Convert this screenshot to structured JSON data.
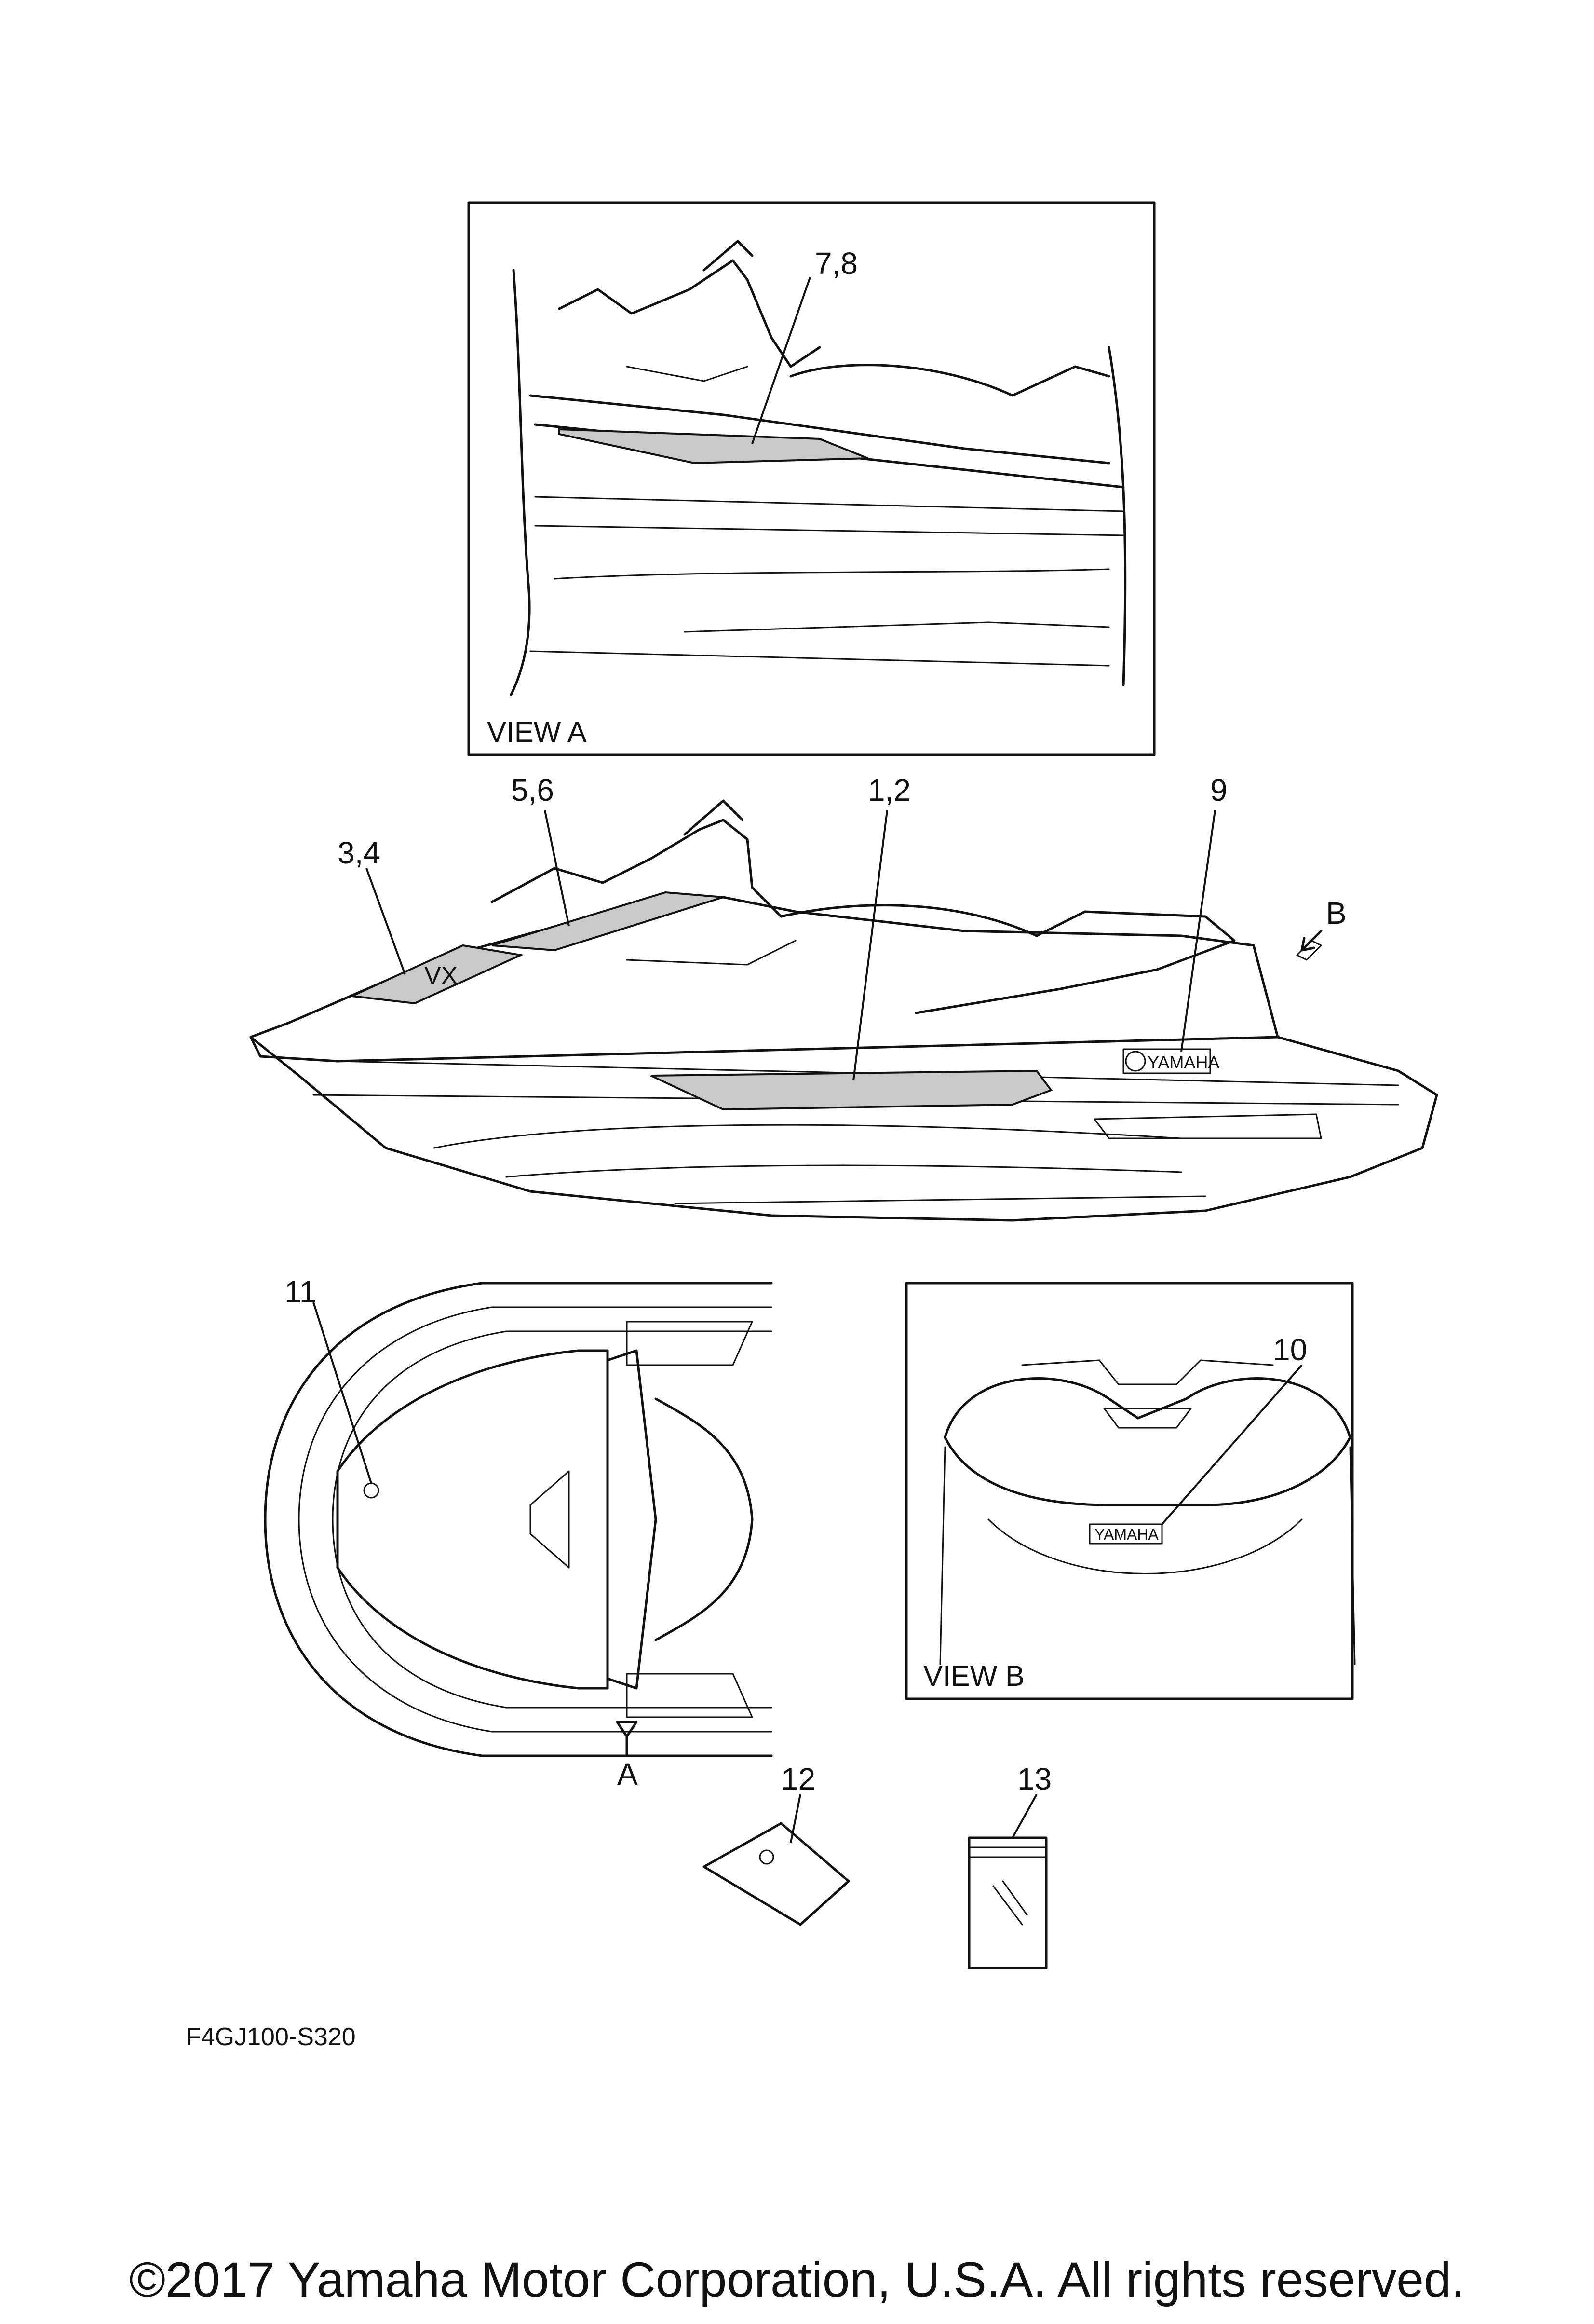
{
  "labels": {
    "view_a_parts": "7,8",
    "view_a_title": "VIEW A",
    "side_parts_5_6": "5,6",
    "side_parts_1_2": "1,2",
    "side_parts_9": "9",
    "side_parts_3_4": "3,4",
    "arrow_b": "B",
    "top_part_11": "11",
    "arrow_a": "A",
    "view_b_part_10": "10",
    "view_b_title": "VIEW B",
    "part_12": "12",
    "part_13": "13"
  },
  "decals": {
    "yamaha_rear": "YAMAHA",
    "yamaha_side": "YAMAHA",
    "vx_logo": "VX"
  },
  "diagram_code": "F4GJ100-S320",
  "copyright": "©2017 Yamaha Motor Corporation, U.S.A. All rights reserved."
}
